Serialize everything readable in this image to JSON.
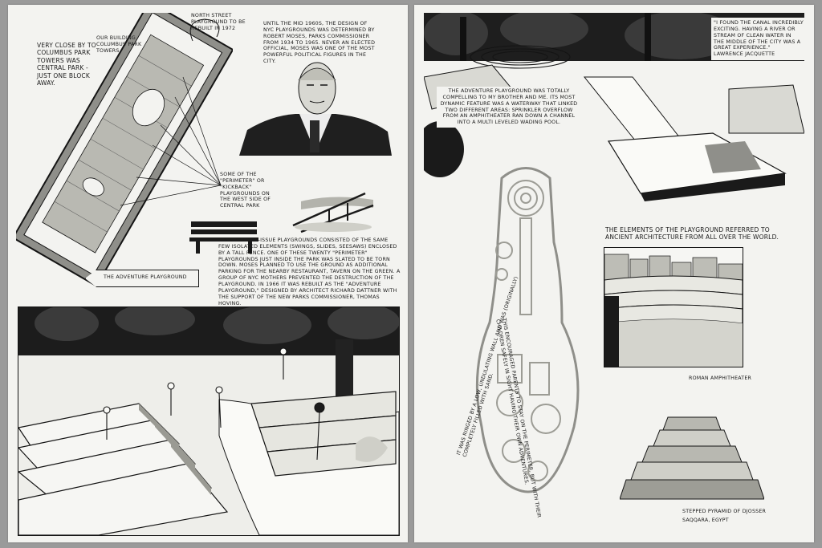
{
  "colors": {
    "background": "#9a9a9a",
    "paper": "#f3f3f0",
    "ink": "#141414",
    "mid_gray": "#8f8f8a",
    "light_gray": "#c9c9c2"
  },
  "left_page": {
    "intro_note": "Very close by to Columbus Park Towers was Central Park - just one block away.",
    "map_callout_park_towers": "Our building Columbus Park Towers",
    "map_callout_rebuilt": "North Street Playground to be rebuilt in 1972",
    "map_label_perimeter": "Some of the \"perimeter\" or \"kickback\" playgrounds on the west side of Central Park",
    "map_label_adventure": "The Adventure Playground",
    "moses_text": "Until the mid 1960s, the design of NYC playgrounds was determined by Robert Moses, Parks Commissioner from 1934 to 1965. Never an elected official, Moses was one of the most powerful political figures in the city.",
    "standard_text": "His standard-issue playgrounds consisted of the same few isolated elements (swings, slides, seesaws) enclosed by a tall fence. One of these twenty \"perimeter\" playgrounds just inside the park was slated to be torn down. Moses planned to use the ground as additional parking for the nearby restaurant, Tavern on the Green. A group of NYC mothers prevented the destruction of the playground. In 1966 it was rebuilt as the \"Adventure Playground,\" designed by architect Richard Dattner with the support of the new parks commissioner, Thomas Hoving."
  },
  "right_page": {
    "quote": "\"I found the canal incredibly exciting. Having a river or stream of clean water in the middle of the city was a great experience.\"",
    "quote_author": "Lawrence Jacquette",
    "adventure_caption": "The Adventure Playground was totally compelling to my brother and me. Its most dynamic feature was a waterway that linked two different areas: sprinkler overflow from an amphitheater ran down a channel into a multi leveled wading pool.",
    "wall_text_left": "It was ringed by a low, undulating wall and was (originally) completely filled with sand.",
    "wall_text_right": "This encouraged parents to stay on the perimeter, but with their children safely in sight having their own adventures.",
    "elements_caption": "The elements of the playground referred to ancient architecture from all over the world.",
    "amphitheater_label": "Roman Amphitheater",
    "pyramid_label_line1": "Stepped Pyramid of Djosser",
    "pyramid_label_line2": "Saqqara, Egypt"
  }
}
